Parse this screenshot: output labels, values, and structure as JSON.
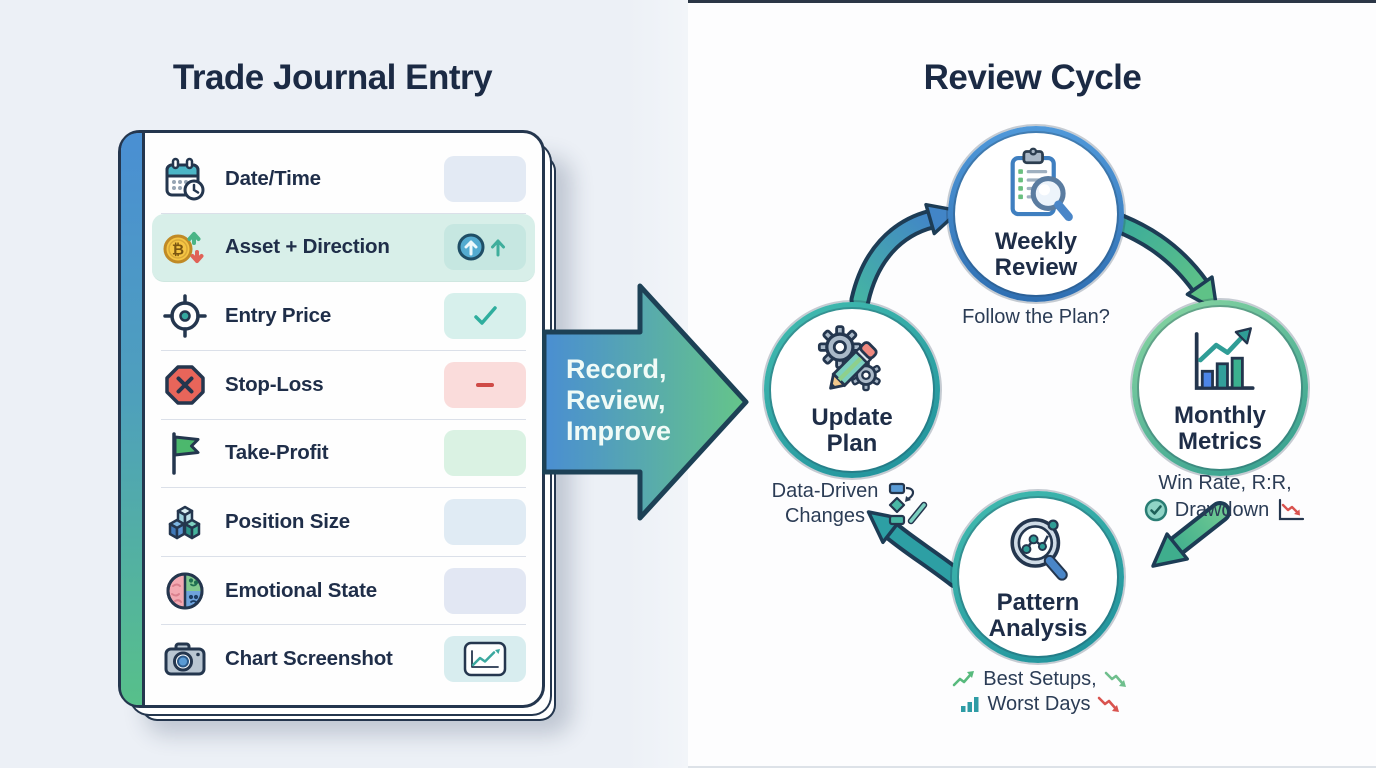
{
  "journal": {
    "title": "Trade Journal Entry",
    "rows": [
      {
        "label": "Date/Time",
        "icon": "calendar-clock-icon",
        "value": "empty"
      },
      {
        "label": "Asset + Direction",
        "icon": "bitcoin-direction-icon",
        "value": "direction-up",
        "highlighted": true
      },
      {
        "label": "Entry Price",
        "icon": "target-icon",
        "value": "check"
      },
      {
        "label": "Stop-Loss",
        "icon": "stop-octagon-icon",
        "value": "dash"
      },
      {
        "label": "Take-Profit",
        "icon": "flag-icon",
        "value": "empty"
      },
      {
        "label": "Position Size",
        "icon": "cubes-icon",
        "value": "empty"
      },
      {
        "label": "Emotional State",
        "icon": "brain-icon",
        "value": "empty"
      },
      {
        "label": "Chart Screenshot",
        "icon": "camera-icon",
        "value": "chart-thumbnail"
      }
    ],
    "bitcoin_symbol": "₿"
  },
  "connector": {
    "line1": "Record,",
    "line2": "Review,",
    "line3": "Improve"
  },
  "cycle": {
    "title": "Review Cycle",
    "weekly": {
      "line1": "Weekly",
      "line2": "Review",
      "caption": "Follow the Plan?"
    },
    "monthly": {
      "line1": "Monthly",
      "line2": "Metrics",
      "caption_line1": "Win Rate, R:R,",
      "caption_line2": "Drawdown"
    },
    "pattern": {
      "line1": "Pattern",
      "line2": "Analysis",
      "caption_line1": "Best Setups,",
      "caption_line2": "Worst Days"
    },
    "update": {
      "line1": "Update",
      "line2": "Plan",
      "caption_line1": "Data-Driven",
      "caption_line2": "Changes"
    }
  },
  "colors": {
    "navy": "#24364e",
    "accent_blue": "#4285c7",
    "accent_teal": "#2e9ca5",
    "accent_green": "#5bc284",
    "accent_red": "#d9534f",
    "panel_left_bg": "#ecf0f6",
    "highlight_row_bg": "#d8efe9"
  }
}
